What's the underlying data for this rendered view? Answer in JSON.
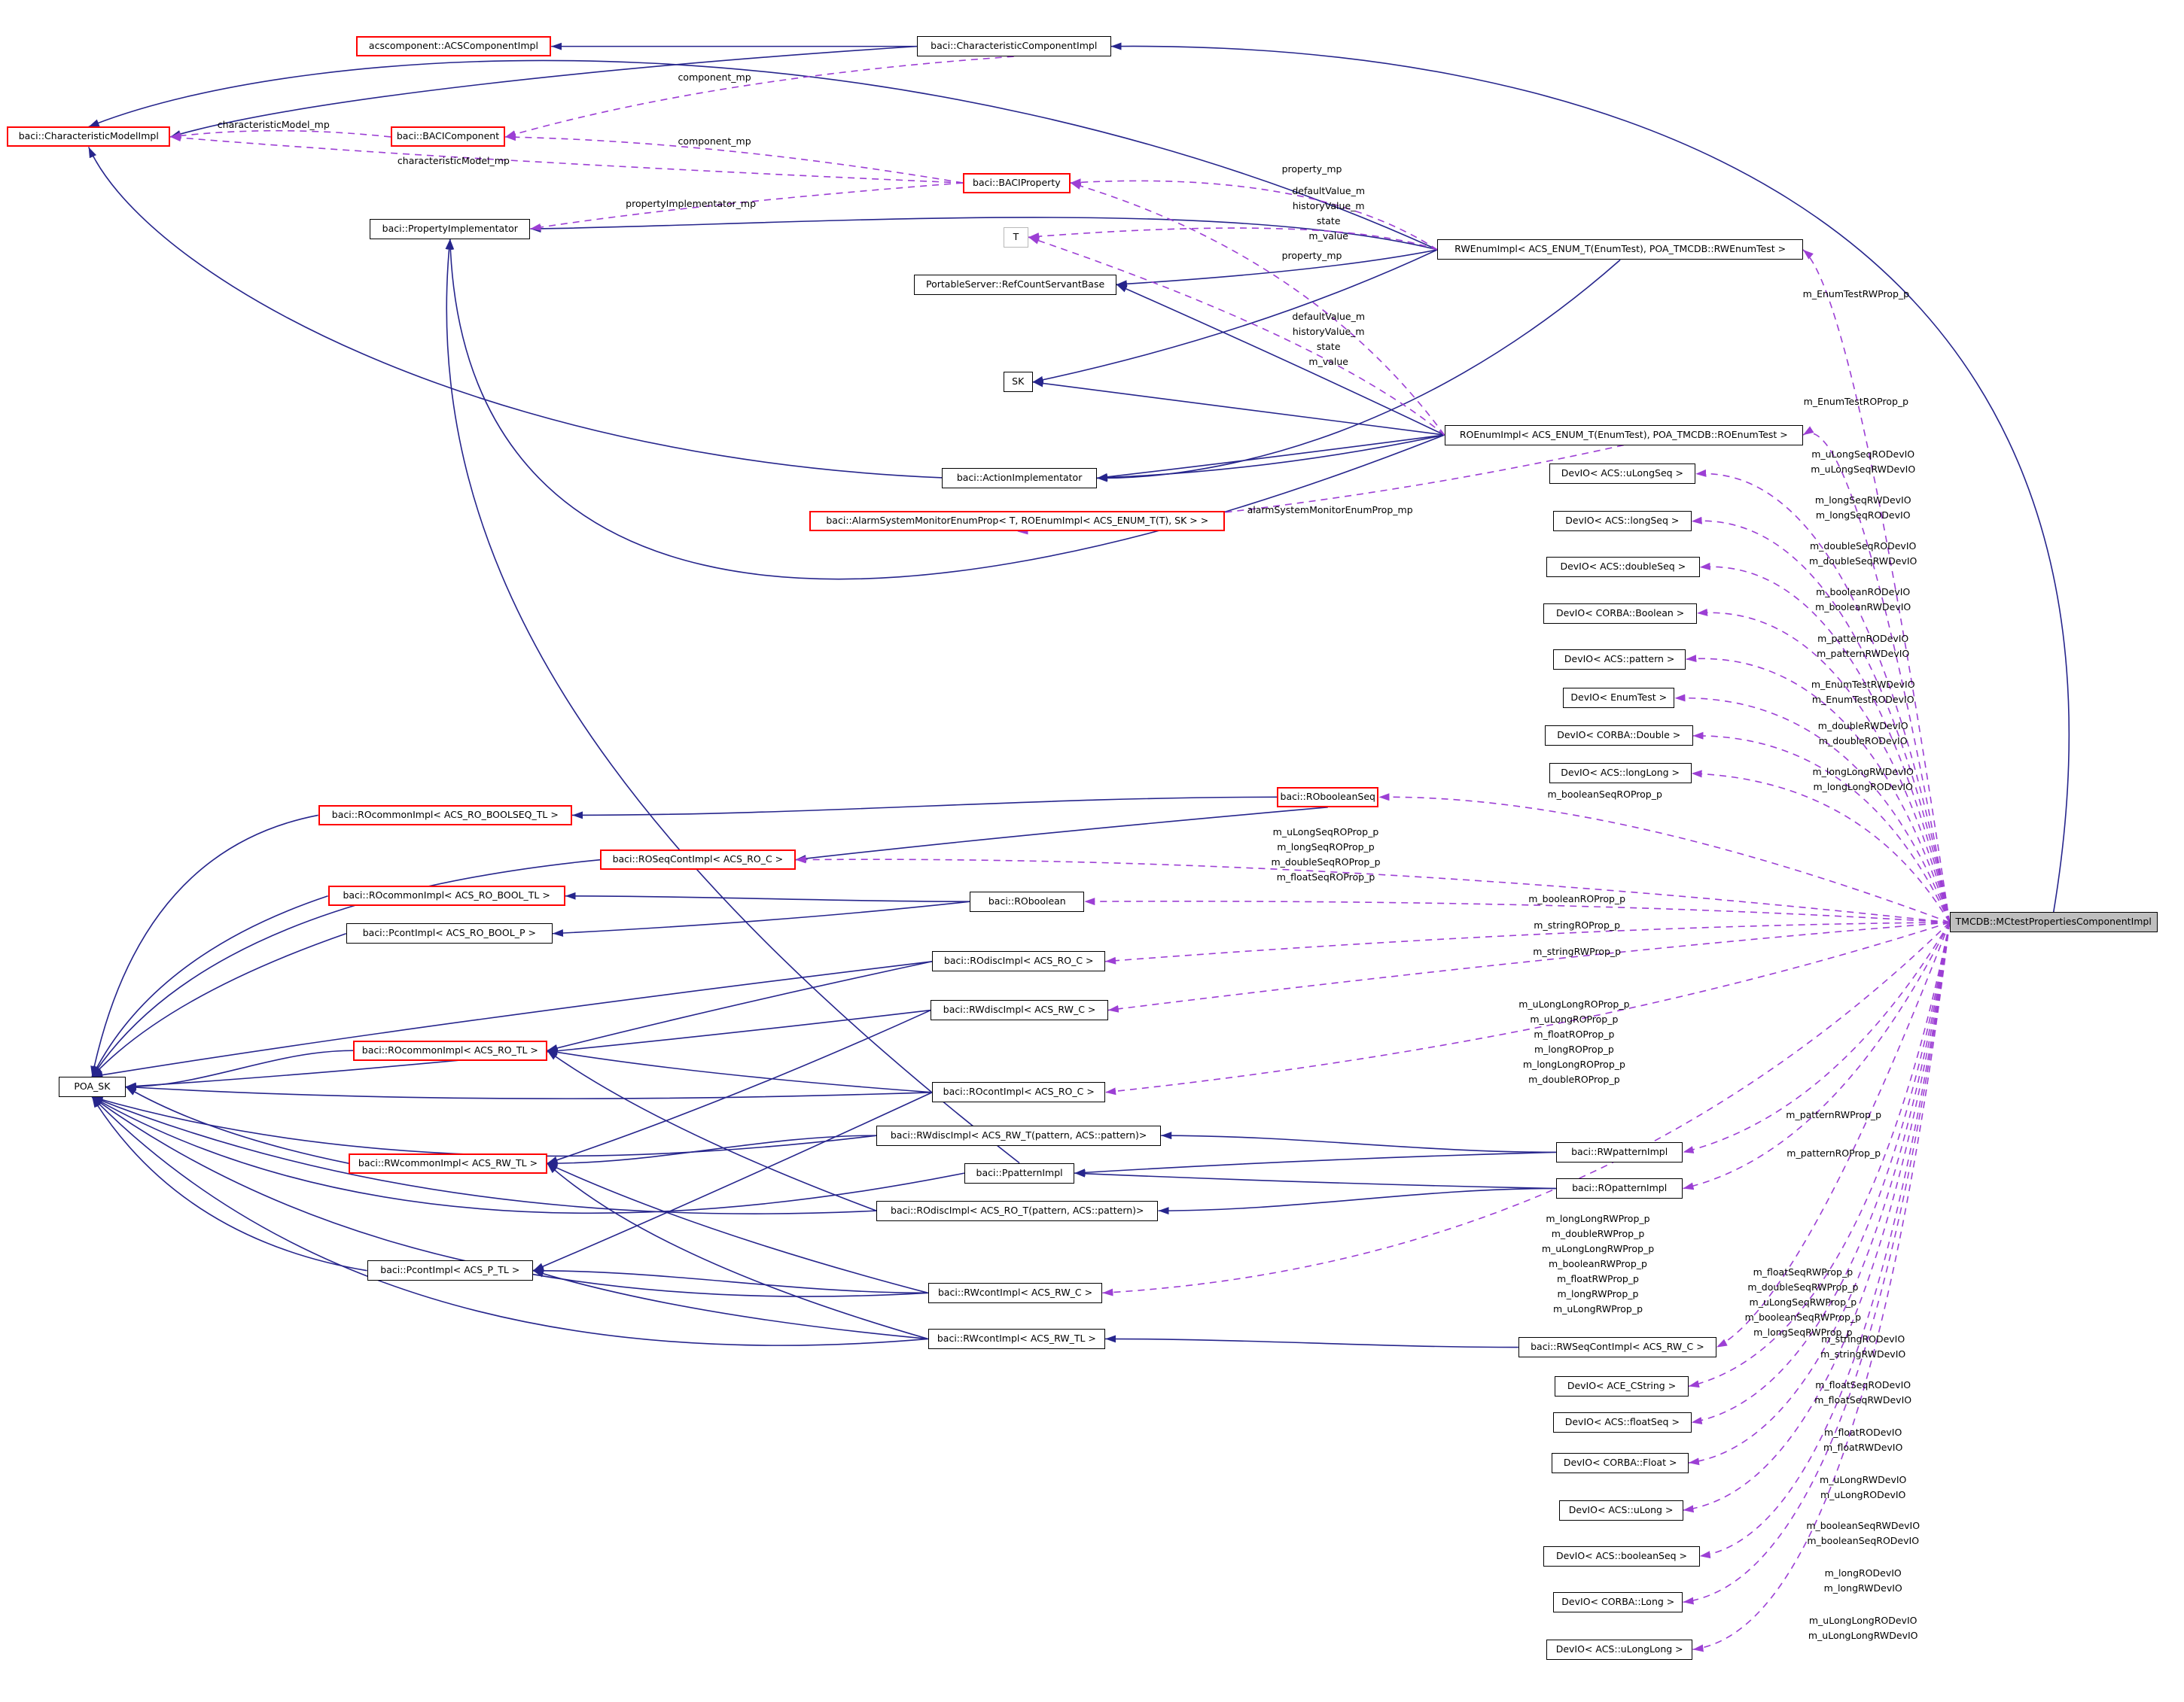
{
  "diagram": {
    "kind": "doxygen-collaboration-graph",
    "main_class": "TMCDB::MCtestPropertiesComponentImpl",
    "colors": {
      "inheritance_edge": "#26258c",
      "usage_edge": "#9c3fd4",
      "highlight_border": "#ff0000",
      "node_border": "#000000",
      "main_node_fill": "#bfbfbf",
      "background": "#ffffff"
    },
    "nodes": [
      {
        "id": "acs-component-impl",
        "label": "acscomponent::ACSComponentImpl",
        "variant": "red"
      },
      {
        "id": "characteristic-component-impl",
        "label": "baci::CharacteristicComponentImpl",
        "variant": "black"
      },
      {
        "id": "characteristic-model-impl",
        "label": "baci::CharacteristicModelImpl",
        "variant": "red"
      },
      {
        "id": "baci-component",
        "label": "baci::BACIComponent",
        "variant": "red"
      },
      {
        "id": "baci-property",
        "label": "baci::BACIProperty",
        "variant": "red"
      },
      {
        "id": "property-implementator",
        "label": "baci::PropertyImplementator",
        "variant": "black"
      },
      {
        "id": "t",
        "label": "T",
        "variant": "gray"
      },
      {
        "id": "ref-count-servant-base",
        "label": "PortableServer::RefCountServantBase",
        "variant": "black"
      },
      {
        "id": "rw-enum-impl",
        "label": "RWEnumImpl< ACS_ENUM_T(EnumTest), POA_TMCDB::RWEnumTest >",
        "variant": "black"
      },
      {
        "id": "sk",
        "label": "SK",
        "variant": "black"
      },
      {
        "id": "ro-enum-impl",
        "label": "ROEnumImpl< ACS_ENUM_T(EnumTest), POA_TMCDB::ROEnumTest >",
        "variant": "black"
      },
      {
        "id": "action-implementator",
        "label": "baci::ActionImplementator",
        "variant": "black"
      },
      {
        "id": "devio-ulongseq",
        "label": "DevIO< ACS::uLongSeq >",
        "variant": "black"
      },
      {
        "id": "alarm-system-monitor-enum-prop",
        "label": "baci::AlarmSystemMonitorEnumProp< T, ROEnumImpl< ACS_ENUM_T(T), SK > >",
        "variant": "red"
      },
      {
        "id": "devio-longseq",
        "label": "DevIO< ACS::longSeq >",
        "variant": "black"
      },
      {
        "id": "devio-doubleseq",
        "label": "DevIO< ACS::doubleSeq >",
        "variant": "black"
      },
      {
        "id": "devio-boolean",
        "label": "DevIO< CORBA::Boolean >",
        "variant": "black"
      },
      {
        "id": "devio-pattern",
        "label": "DevIO< ACS::pattern >",
        "variant": "black"
      },
      {
        "id": "devio-enumtest",
        "label": "DevIO< EnumTest >",
        "variant": "black"
      },
      {
        "id": "devio-double",
        "label": "DevIO< CORBA::Double >",
        "variant": "black"
      },
      {
        "id": "devio-longlong",
        "label": "DevIO< ACS::longLong >",
        "variant": "black"
      },
      {
        "id": "ro-boolean-seq",
        "label": "baci::RObooleanSeq",
        "variant": "red"
      },
      {
        "id": "ro-common-impl-boolseq-tl",
        "label": "baci::ROcommonImpl< ACS_RO_BOOLSEQ_TL >",
        "variant": "red"
      },
      {
        "id": "ro-seq-cont-impl",
        "label": "baci::ROSeqContImpl< ACS_RO_C >",
        "variant": "red"
      },
      {
        "id": "ro-common-impl-bool-tl",
        "label": "baci::ROcommonImpl< ACS_RO_BOOL_TL >",
        "variant": "red"
      },
      {
        "id": "ro-boolean",
        "label": "baci::ROboolean",
        "variant": "black"
      },
      {
        "id": "pcont-impl-ro-bool-p",
        "label": "baci::PcontImpl< ACS_RO_BOOL_P >",
        "variant": "black"
      },
      {
        "id": "ro-disc-impl-c",
        "label": "baci::ROdiscImpl< ACS_RO_C >",
        "variant": "black"
      },
      {
        "id": "rw-disc-impl-c",
        "label": "baci::RWdiscImpl< ACS_RW_C >",
        "variant": "black"
      },
      {
        "id": "ro-common-impl-tl",
        "label": "baci::ROcommonImpl< ACS_RO_TL >",
        "variant": "red"
      },
      {
        "id": "poa-sk",
        "label": "POA_SK",
        "variant": "black"
      },
      {
        "id": "ro-cont-impl-c",
        "label": "baci::ROcontImpl< ACS_RO_C >",
        "variant": "black"
      },
      {
        "id": "rw-disc-impl-pattern",
        "label": "baci::RWdiscImpl< ACS_RW_T(pattern, ACS::pattern)>",
        "variant": "black"
      },
      {
        "id": "rw-pattern-impl",
        "label": "baci::RWpatternImpl",
        "variant": "black"
      },
      {
        "id": "rw-common-impl-tl",
        "label": "baci::RWcommonImpl< ACS_RW_TL >",
        "variant": "red"
      },
      {
        "id": "p-pattern-impl",
        "label": "baci::PpatternImpl",
        "variant": "black"
      },
      {
        "id": "ro-pattern-impl",
        "label": "baci::ROpatternImpl",
        "variant": "black"
      },
      {
        "id": "ro-disc-impl-pattern",
        "label": "baci::ROdiscImpl< ACS_RO_T(pattern, ACS::pattern)>",
        "variant": "black"
      },
      {
        "id": "pcont-impl-p-tl",
        "label": "baci::PcontImpl< ACS_P_TL >",
        "variant": "black"
      },
      {
        "id": "rw-cont-impl-c",
        "label": "baci::RWcontImpl< ACS_RW_C >",
        "variant": "black"
      },
      {
        "id": "rw-cont-impl-tl",
        "label": "baci::RWcontImpl< ACS_RW_TL >",
        "variant": "black"
      },
      {
        "id": "rw-seq-cont-impl",
        "label": "baci::RWSeqContImpl< ACS_RW_C >",
        "variant": "black"
      },
      {
        "id": "devio-acecstring",
        "label": "DevIO< ACE_CString >",
        "variant": "black"
      },
      {
        "id": "devio-floatseq",
        "label": "DevIO< ACS::floatSeq >",
        "variant": "black"
      },
      {
        "id": "devio-float",
        "label": "DevIO< CORBA::Float >",
        "variant": "black"
      },
      {
        "id": "devio-ulong",
        "label": "DevIO< ACS::uLong >",
        "variant": "black"
      },
      {
        "id": "devio-booleanseq",
        "label": "DevIO< ACS::booleanSeq >",
        "variant": "black"
      },
      {
        "id": "devio-long",
        "label": "DevIO< CORBA::Long >",
        "variant": "black"
      },
      {
        "id": "devio-ulonglong",
        "label": "DevIO< ACS::uLongLong >",
        "variant": "black"
      },
      {
        "id": "tmcdb-mctest-properties-component-impl",
        "label": "TMCDB::MCtestPropertiesComponentImpl",
        "variant": "filled"
      }
    ],
    "edge_labels": [
      {
        "id": "component-mp-top",
        "lines": [
          "component_mp"
        ]
      },
      {
        "id": "characteristic-model-mp-1",
        "lines": [
          "characteristicModel_mp"
        ]
      },
      {
        "id": "characteristic-model-mp-2",
        "lines": [
          "characteristicModel_mp"
        ]
      },
      {
        "id": "component-mp-2",
        "lines": [
          "component_mp"
        ]
      },
      {
        "id": "property-implementator-mp",
        "lines": [
          "propertyImplementator_mp"
        ]
      },
      {
        "id": "property-mp-1",
        "lines": [
          "property_mp"
        ]
      },
      {
        "id": "value-state-1",
        "lines": [
          "defaultValue_m",
          "historyValue_m",
          "state",
          "m_value"
        ]
      },
      {
        "id": "property-mp-2",
        "lines": [
          "property_mp"
        ]
      },
      {
        "id": "value-state-2",
        "lines": [
          "defaultValue_m",
          "historyValue_m",
          "state",
          "m_value"
        ]
      },
      {
        "id": "alarm-system-monitor-enum-prop-mp",
        "lines": [
          "alarmSystemMonitorEnumProp_mp"
        ]
      },
      {
        "id": "m-enumtest-rw-prop",
        "lines": [
          "m_EnumTestRWProp_p"
        ]
      },
      {
        "id": "m-enumtest-ro-prop",
        "lines": [
          "m_EnumTestROProp_p"
        ]
      },
      {
        "id": "m-ulongseq-devio",
        "lines": [
          "m_uLongSeqRODevIO",
          "m_uLongSeqRWDevIO"
        ]
      },
      {
        "id": "m-longseq-devio",
        "lines": [
          "m_longSeqRWDevIO",
          "m_longSeqRODevIO"
        ]
      },
      {
        "id": "m-doubleseq-devio",
        "lines": [
          "m_doubleSeqRODevIO",
          "m_doubleSeqRWDevIO"
        ]
      },
      {
        "id": "m-boolean-devio",
        "lines": [
          "m_booleanRODevIO",
          "m_booleanRWDevIO"
        ]
      },
      {
        "id": "m-pattern-devio",
        "lines": [
          "m_patternRODevIO",
          "m_patternRWDevIO"
        ]
      },
      {
        "id": "m-enumtest-devio",
        "lines": [
          "m_EnumTestRWDevIO",
          "m_EnumTestRODevIO"
        ]
      },
      {
        "id": "m-double-devio",
        "lines": [
          "m_doubleRWDevIO",
          "m_doubleRODevIO"
        ]
      },
      {
        "id": "m-longlong-devio",
        "lines": [
          "m_longLongRWDevIO",
          "m_longLongRODevIO"
        ]
      },
      {
        "id": "m-booleanseq-ro-prop",
        "lines": [
          "m_booleanSeqROProp_p"
        ]
      },
      {
        "id": "m-seq-ro-props",
        "lines": [
          "m_uLongSeqROProp_p",
          "m_longSeqROProp_p",
          "m_doubleSeqROProp_p",
          "m_floatSeqROProp_p"
        ]
      },
      {
        "id": "m-boolean-ro-prop",
        "lines": [
          "m_booleanROProp_p"
        ]
      },
      {
        "id": "m-string-ro-prop",
        "lines": [
          "m_stringROProp_p"
        ]
      },
      {
        "id": "m-string-rw-prop",
        "lines": [
          "m_stringRWProp_p"
        ]
      },
      {
        "id": "m-ro-props-group",
        "lines": [
          "m_uLongLongROProp_p",
          "m_uLongROProp_p",
          "m_floatROProp_p",
          "m_longROProp_p",
          "m_longLongROProp_p",
          "m_doubleROProp_p"
        ]
      },
      {
        "id": "m-pattern-rw-prop",
        "lines": [
          "m_patternRWProp_p"
        ]
      },
      {
        "id": "m-pattern-ro-prop",
        "lines": [
          "m_patternROProp_p"
        ]
      },
      {
        "id": "m-rw-props-group",
        "lines": [
          "m_longLongRWProp_p",
          "m_doubleRWProp_p",
          "m_uLongLongRWProp_p",
          "m_booleanRWProp_p",
          "m_floatRWProp_p",
          "m_longRWProp_p",
          "m_uLongRWProp_p"
        ]
      },
      {
        "id": "m-seq-rw-props-group",
        "lines": [
          "m_floatSeqRWProp_p",
          "m_doubleSeqRWProp_p",
          "m_uLongSeqRWProp_p",
          "m_booleanSeqRWProp_p",
          "m_longSeqRWProp_p"
        ]
      },
      {
        "id": "m-string-devio",
        "lines": [
          "m_stringRODevIO",
          "m_stringRWDevIO"
        ]
      },
      {
        "id": "m-floatseq-devio",
        "lines": [
          "m_floatSeqRODevIO",
          "m_floatSeqRWDevIO"
        ]
      },
      {
        "id": "m-float-devio",
        "lines": [
          "m_floatRODevIO",
          "m_floatRWDevIO"
        ]
      },
      {
        "id": "m-ulong-devio",
        "lines": [
          "m_uLongRWDevIO",
          "m_uLongRODevIO"
        ]
      },
      {
        "id": "m-booleanseq-devio",
        "lines": [
          "m_booleanSeqRWDevIO",
          "m_booleanSeqRODevIO"
        ]
      },
      {
        "id": "m-long-devio",
        "lines": [
          "m_longRODevIO",
          "m_longRWDevIO"
        ]
      },
      {
        "id": "m-ulonglong-devio",
        "lines": [
          "m_uLongLongRODevIO",
          "m_uLongLongRWDevIO"
        ]
      }
    ]
  }
}
